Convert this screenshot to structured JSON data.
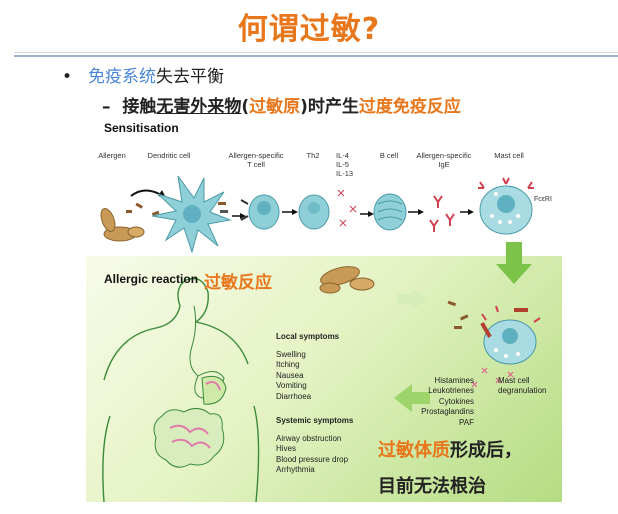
{
  "title": "何谓过敏?",
  "bullet1": {
    "marker": "•",
    "highlight": "免疫系统",
    "rest": "失去平衡"
  },
  "bullet2": {
    "dash": "–",
    "p1": "接触",
    "p2": "无害外来物",
    "p3": "(",
    "p4": "过敏原",
    "p5": ")时产生",
    "p6": "过度免疫反应"
  },
  "sensitisation": {
    "title": "Sensitisation",
    "stages": [
      "Allergen",
      "Dendritic cell",
      "Allergen-specific\nT cell",
      "Th2",
      "IL-4\nIL-5\nIL-13",
      "B cell",
      "Allergen-specific\nIgE",
      "Mast cell"
    ],
    "receptor": "FcεRI"
  },
  "reaction": {
    "title": "Allergic reaction",
    "title_cn": "过敏反应",
    "local_header": "Local symptoms",
    "local": [
      "Swelling",
      "Itching",
      "Nausea",
      "Vomiting",
      "Diarrhoea"
    ],
    "systemic_header": "Systemic symptoms",
    "systemic": [
      "Airway obstruction",
      "Hives",
      "Blood pressure drop",
      "Arrhythmia"
    ],
    "mediators": [
      "Histamines",
      "Leukotrienes",
      "Cytokines",
      "Prostaglandins",
      "PAF"
    ],
    "degranulation": "Mast cell\ndegranulation"
  },
  "note": {
    "a": "过敏体质",
    "b": "形成后，",
    "c": "目前无法根治"
  },
  "colors": {
    "accent": "#e8761b",
    "blue": "#4a86d8",
    "cell": "#8ecfd8",
    "arrow_green": "#7cc34a"
  }
}
